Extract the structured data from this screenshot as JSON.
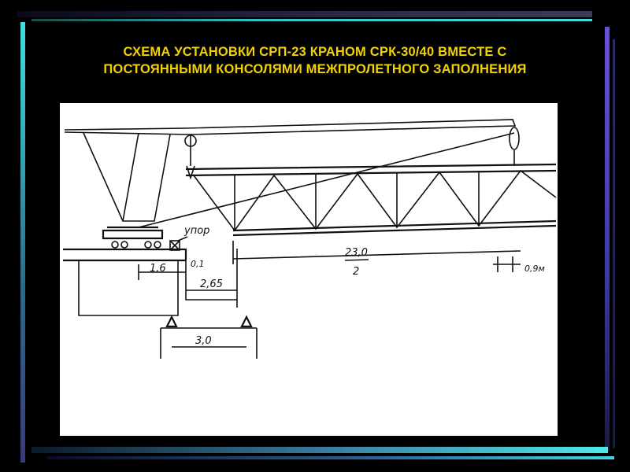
{
  "slide": {
    "title_line1": "СХЕМА УСТАНОВКИ СРП-23 КРАНОМ СРК-30/40 ВМЕСТЕ С",
    "title_line2": "ПОСТОЯННЫМИ КОНСОЛЯМИ МЕЖПРОЛЕТНОГО ЗАПОЛНЕНИЯ",
    "title_color": "#f2d200",
    "background_color": "#000000"
  },
  "drawing": {
    "support_label": "упор",
    "dim_01": "0,1",
    "dim_16": "1,6",
    "dim_265": "2,65",
    "dim_span_num": "23,0",
    "dim_span_den": "2",
    "dim_09": "0,9м",
    "dim_30": "3,0"
  }
}
